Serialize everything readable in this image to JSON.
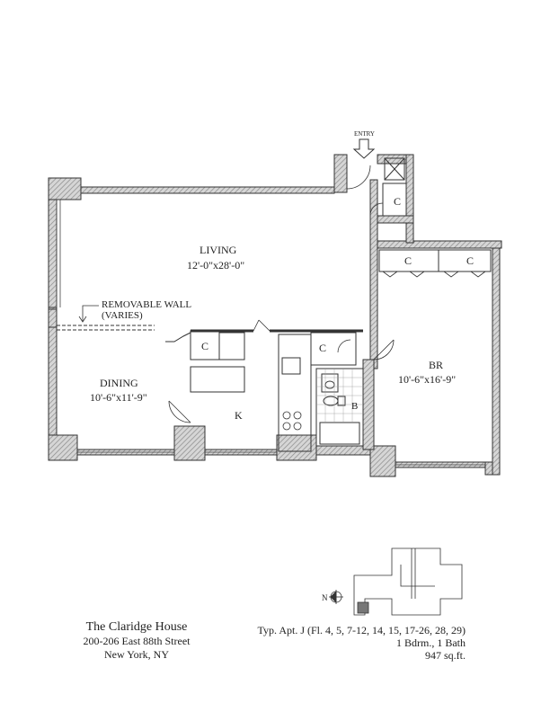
{
  "plan": {
    "entry_label": "ENTRY",
    "rooms": {
      "living": {
        "name": "LIVING",
        "size": "12'-0\"x28'-0\""
      },
      "dining": {
        "name": "DINING",
        "size": "10'-6\"x11'-9\""
      },
      "bedroom": {
        "name": "BR",
        "size": "10'-6\"x16'-9\""
      },
      "kitchen": {
        "name": "K"
      },
      "bath": {
        "name": "B"
      }
    },
    "closet_label": "C",
    "removable_wall": {
      "line1": "REMOVABLE WALL",
      "line2": "(VARIES)"
    },
    "compass_label": "N"
  },
  "building": {
    "name": "The Claridge House",
    "address": "200-206 East 88th Street",
    "city": "New York, NY"
  },
  "apartment": {
    "type": "Typ. Apt. J (Fl. 4, 5, 7-12, 14, 15, 17-26, 28, 29)",
    "rooms": "1 Bdrm., 1 Bath",
    "size": "947 sq.ft."
  },
  "colors": {
    "wall_fill": "#c9c9c9",
    "line": "#333333"
  }
}
